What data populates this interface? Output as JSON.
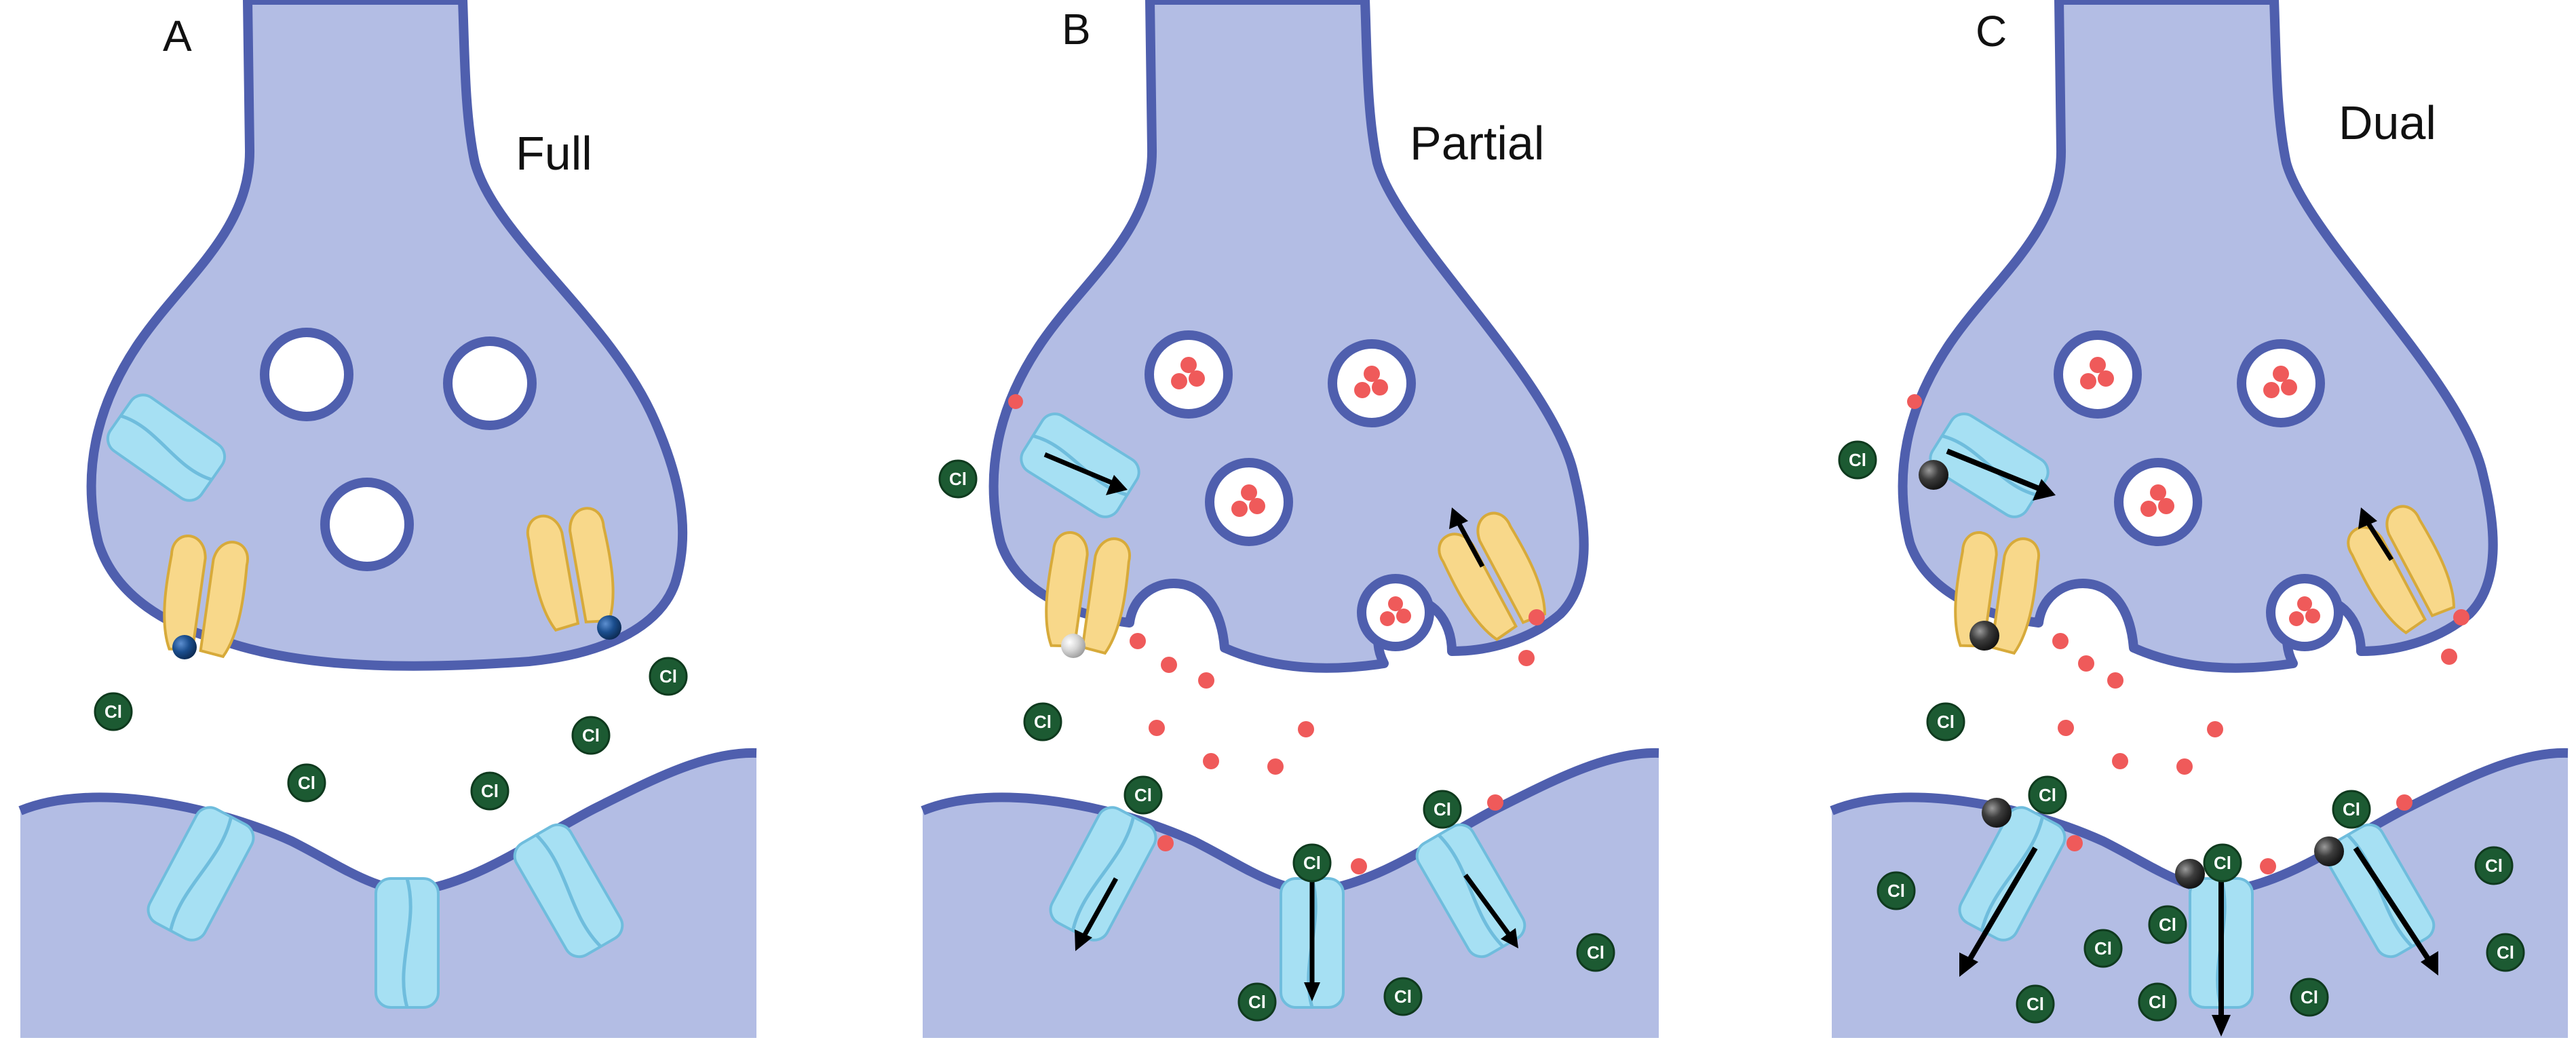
{
  "panels": [
    {
      "letter": "A",
      "label": "Full"
    },
    {
      "letter": "B",
      "label": "Partial"
    },
    {
      "letter": "C",
      "label": "Dual"
    }
  ],
  "ion_label": "Cl",
  "colors": {
    "membrane_fill": "#b3bde4",
    "membrane_outline": "#4f5fae",
    "glycine_receptor": "#a6e0f3",
    "glycine_transporter": "#f8d88a",
    "ion": "#1c5a32",
    "neurotransmitter": "#ef5a5a",
    "full_agonist": "#1b4e8e",
    "partial_agonist": "#d6d6d6",
    "dual_agonist": "#3d3d3d",
    "arrow": "#000000"
  }
}
